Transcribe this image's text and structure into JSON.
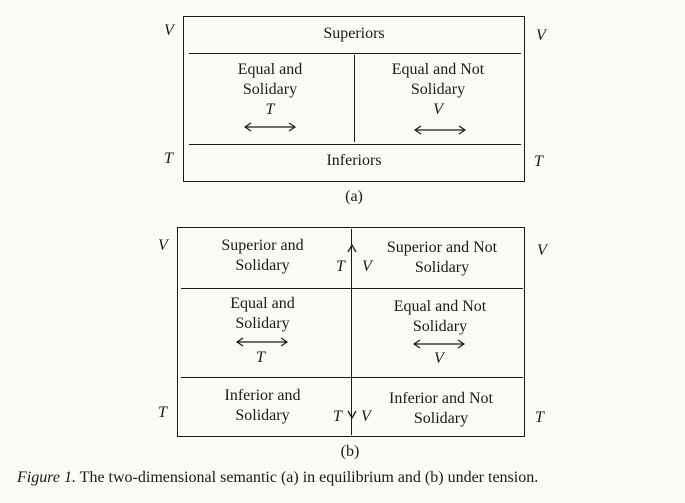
{
  "diagram_a": {
    "side_labels": {
      "top_left": "V",
      "top_right": "V",
      "bottom_left": "T",
      "bottom_right": "T"
    },
    "top_row": "Superiors",
    "left_cell": {
      "line1": "Equal and",
      "line2": "Solidary",
      "letter": "T"
    },
    "right_cell": {
      "line1": "Equal and Not",
      "line2": "Solidary",
      "letter": "V"
    },
    "bottom_row": "Inferiors",
    "caption": "(a)"
  },
  "diagram_b": {
    "side_labels": {
      "top_left": "V",
      "top_right": "V",
      "bottom_left": "T",
      "bottom_right": "T"
    },
    "top_left_cell": {
      "line1": "Superior and",
      "line2": "Solidary"
    },
    "top_right_cell": {
      "line1": "Superior and Not",
      "line2": "Solidary"
    },
    "mid_left_cell": {
      "line1": "Equal and",
      "line2": "Solidary",
      "letter": "T"
    },
    "mid_right_cell": {
      "line1": "Equal and Not",
      "line2": "Solidary",
      "letter": "V"
    },
    "bottom_left_cell": {
      "line1": "Inferior and",
      "line2": "Solidary"
    },
    "bottom_right_cell": {
      "line1": "Inferior and Not",
      "line2": "Solidary"
    },
    "top_divider_letters": {
      "left": "T",
      "right": "V"
    },
    "bottom_divider_letters": {
      "left": "T",
      "right": "V"
    },
    "caption": "(b)"
  },
  "figure_caption": {
    "label": "Figure 1.",
    "text": "The two-dimensional semantic (a) in equilibrium and (b) under tension."
  }
}
